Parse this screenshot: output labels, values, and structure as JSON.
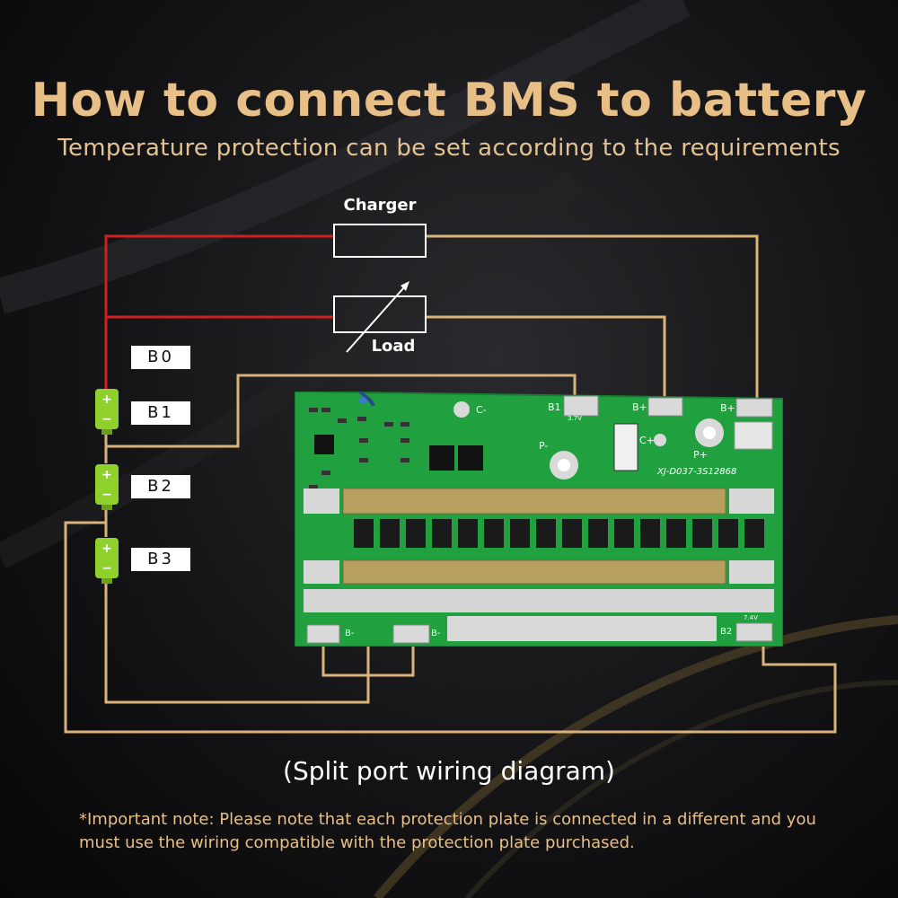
{
  "header": {
    "title": "How to connect BMS to battery",
    "subtitle": "Temperature protection can be set according to the requirements"
  },
  "diagram": {
    "charger_label": "Charger",
    "load_label": "Load",
    "cells": [
      "B0",
      "B1",
      "B2",
      "B3"
    ],
    "board": {
      "model": "XJ-D037-3S12868",
      "pads": {
        "b1": "B1",
        "b_plus_1": "B+",
        "b_plus_2": "B+",
        "b_minus_1": "B-",
        "b_minus_2": "B-",
        "b2": "B2",
        "p_minus": "P-",
        "p_plus": "P+",
        "c_minus": "C-",
        "c_plus": "C+"
      },
      "voltage_b1": "3.7V",
      "voltage_b2": "7.4V"
    },
    "caption": "(Split port wiring diagram)"
  },
  "footer": {
    "note": "*Important note: Please note that each protection plate is connected in a different and you must use the wiring compatible with the protection plate purchased."
  },
  "colors": {
    "accent_gold": "#e8bf86",
    "wire_red": "#d11f1f",
    "wire_tan": "#d8b47a",
    "battery_green": "#8fd12a",
    "board_green": "#21a03f"
  }
}
